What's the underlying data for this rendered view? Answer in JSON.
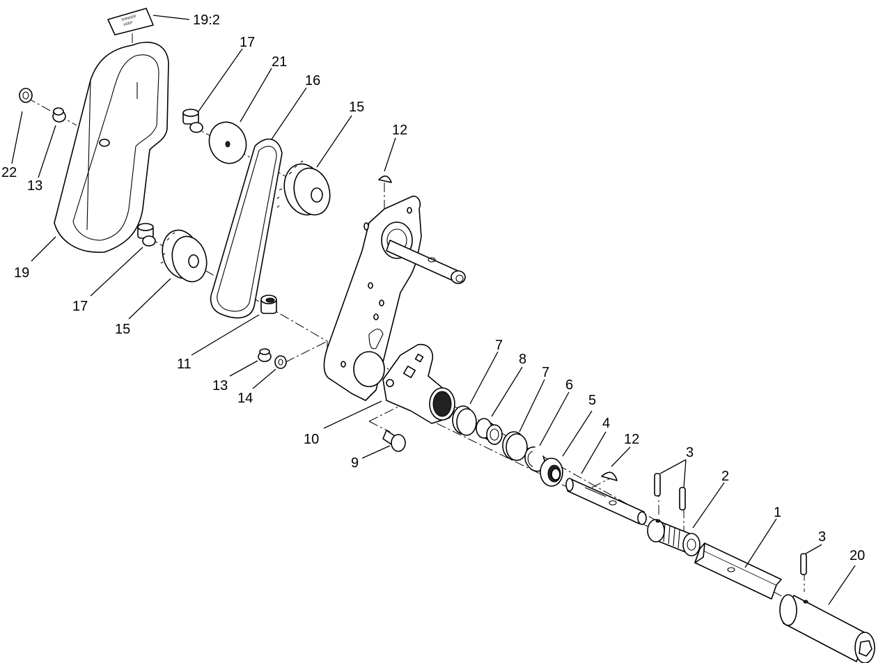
{
  "labels": {
    "c1": "1",
    "c2": "2",
    "c3a": "3",
    "c3b": "3",
    "c4": "4",
    "c5": "5",
    "c6": "6",
    "c7a": "7",
    "c7b": "7",
    "c8": "8",
    "c9": "9",
    "c10": "10",
    "c11": "11",
    "c12a": "12",
    "c12b": "12",
    "c13a": "13",
    "c13b": "13",
    "c14": "14",
    "c15a": "15",
    "c15b": "15",
    "c16": "16",
    "c17a": "17",
    "c17b": "17",
    "c19": "19",
    "c19_2": "19:2",
    "c20": "20",
    "c21": "21",
    "c22": "22"
  },
  "decal_text": [
    "DANGER",
    "KEEP"
  ]
}
